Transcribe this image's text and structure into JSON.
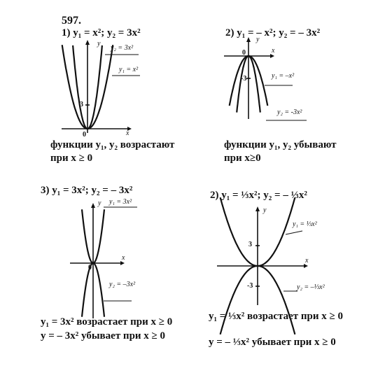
{
  "problem_number": "597.",
  "panels": [
    {
      "heading": "1) y₁ = x²; y₂ = 3x²",
      "curve_labels": [
        "y₂ = 3x²",
        "y₁ = x²"
      ],
      "tick_y": "3",
      "origin": "0",
      "axis_x": "x",
      "axis_y": "y",
      "caption": [
        "функции y₁, y₂ возрастают",
        "при x ≥ 0"
      ]
    },
    {
      "heading": "2) y₁ = – x²; y₂ = – 3x²",
      "curve_labels": [
        "y₁ = –x²",
        "y₂ = -3x²"
      ],
      "tick_y": "-3",
      "origin": "0",
      "axis_x": "x",
      "axis_y": "y",
      "caption": [
        "функции y₁, y₂ убывают",
        "при x≥0"
      ]
    },
    {
      "heading": "3) y₁ = 3x²; y₂ = – 3x²",
      "curve_labels": [
        "y₁ = 3x²",
        "y₂ = –3x²"
      ],
      "origin": "0",
      "axis_x": "x",
      "axis_y": "y",
      "caption": [
        "y₁ = 3x² возрастает при x ≥ 0",
        "y = – 3x² убывает при x ≥ 0"
      ]
    },
    {
      "heading": "2) y₁ = ⅓x²; y₂ = – ⅓x²",
      "curve_labels": [
        "y₁ = ⅓x²",
        "y₂ = –⅓x²"
      ],
      "tick_pos": "3",
      "tick_neg": "-3",
      "axis_x": "x",
      "axis_y": "y",
      "caption": [
        "y₁ = ⅓x² возрастает при x ≥ 0",
        "y = – ⅓x² убывает при x ≥ 0"
      ]
    }
  ]
}
